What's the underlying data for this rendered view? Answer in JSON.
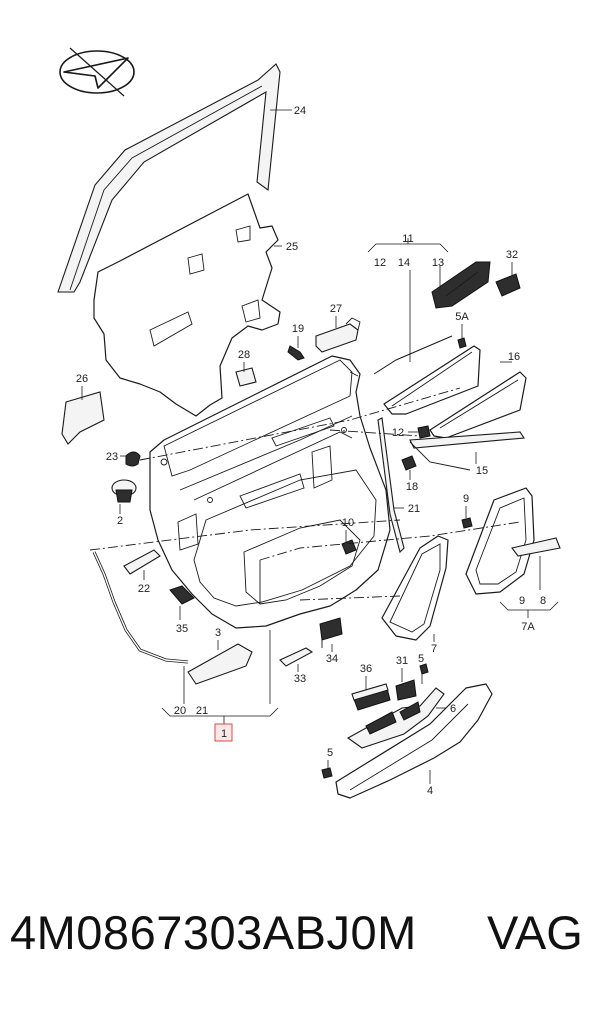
{
  "diagram": {
    "callouts": {
      "c1": "1",
      "c2": "2",
      "c3": "3",
      "c4": "4",
      "c5a": "5",
      "c5b": "5",
      "c5A": "5A",
      "c6": "6",
      "c7": "7",
      "c7A": "7A",
      "c8": "8",
      "c9a": "9",
      "c9b": "9",
      "c10": "10",
      "c11": "11",
      "c12a": "12",
      "c12b": "12",
      "c13": "13",
      "c14": "14",
      "c15": "15",
      "c16": "16",
      "c18": "18",
      "c19": "19",
      "c20": "20",
      "c21a": "21",
      "c21b": "21",
      "c22": "22",
      "c23": "23",
      "c24": "24",
      "c25": "25",
      "c26": "26",
      "c27": "27",
      "c28": "28",
      "c31": "31",
      "c32": "32",
      "c33": "33",
      "c34": "34",
      "c35": "35",
      "c36": "36"
    }
  },
  "footer": {
    "part_number": "4M0867303ABJ0M",
    "brand": "VAG"
  }
}
